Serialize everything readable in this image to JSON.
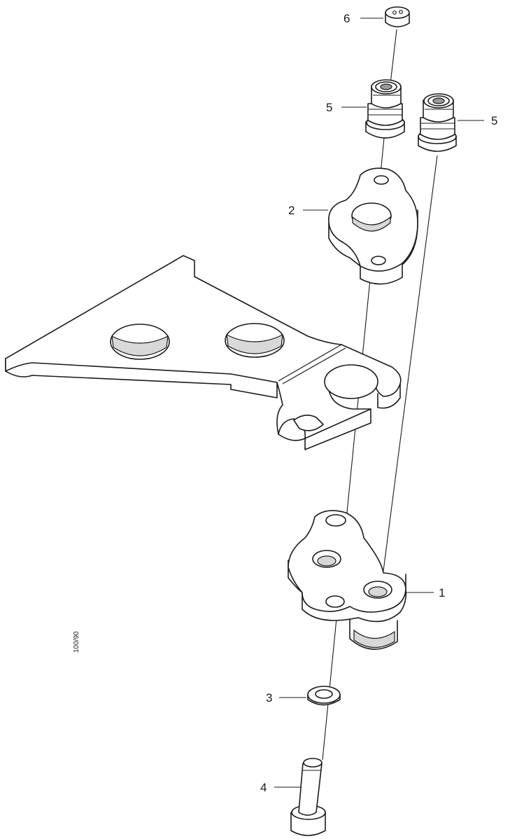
{
  "callouts": [
    {
      "id": "6",
      "label": "6"
    },
    {
      "id": "5a",
      "label": "5"
    },
    {
      "id": "5b",
      "label": "5"
    },
    {
      "id": "2",
      "label": "2"
    },
    {
      "id": "1",
      "label": "1"
    },
    {
      "id": "3",
      "label": "3"
    },
    {
      "id": "4",
      "label": "4"
    }
  ],
  "drawing_ref": "100/90",
  "colors": {
    "line": "#1a1a1a",
    "background": "#ffffff",
    "shade": "#d8d8d8"
  }
}
